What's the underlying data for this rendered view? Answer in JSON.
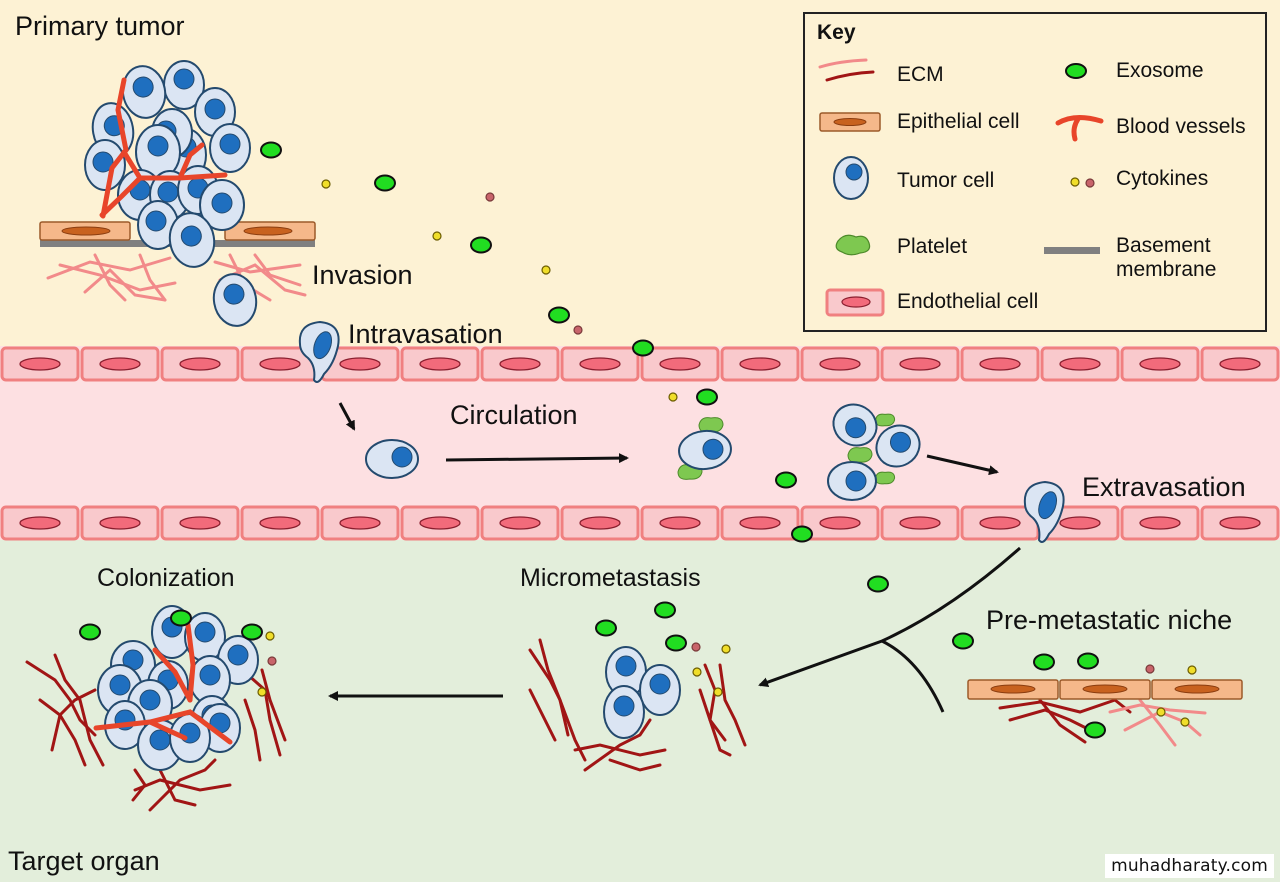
{
  "regions": {
    "primary": "Primary tumor",
    "target": "Target organ"
  },
  "stages": {
    "invasion": "Invasion",
    "intravasation": "Intravasation",
    "circulation": "Circulation",
    "extravasation": "Extravasation",
    "premetastatic": "Pre-metastatic niche",
    "micrometastasis": "Micrometastasis",
    "colonization": "Colonization"
  },
  "key": {
    "title": "Key",
    "items": [
      {
        "icon": "ecm-icon",
        "label": "ECM"
      },
      {
        "icon": "exosome-icon",
        "label": "Exosome"
      },
      {
        "icon": "epithelial-cell-icon",
        "label": "Epithelial cell"
      },
      {
        "icon": "blood-vessels-icon",
        "label": "Blood vessels"
      },
      {
        "icon": "tumor-cell-icon",
        "label": "Tumor cell"
      },
      {
        "icon": "cytokines-icon",
        "label": "Cytokines"
      },
      {
        "icon": "platelet-icon",
        "label": "Platelet"
      },
      {
        "icon": "basement-membrane-icon",
        "label": "Basement"
      },
      {
        "icon": "endothelial-cell-icon",
        "label": "Endothelial cell"
      }
    ],
    "basement_line2": "membrane"
  },
  "colors": {
    "primary_bg": "#fdf2d4",
    "vessel_bg": "#fde0e2",
    "target_bg": "#e3eedb",
    "endothelial_fill": "#f9c9cc",
    "endothelial_stroke": "#f08080",
    "endothelial_nucleus": "#f26b7b",
    "tumor_cell_fill": "#dbe5f3",
    "tumor_cell_stroke": "#244a6e",
    "tumor_nucleus": "#1f6fbf",
    "blood_vessel": "#e8452a",
    "ecm_light": "#f28a8a",
    "ecm_dark": "#a11515",
    "exosome": "#21dd21",
    "cytokine_yellow": "#f0de2a",
    "cytokine_red": "#c8646a",
    "epithelial_fill": "#f5b88a",
    "epithelial_nucleus": "#c8621f",
    "basement": "#808080",
    "platelet": "#7ec850"
  },
  "watermark": "muhadharaty.com"
}
